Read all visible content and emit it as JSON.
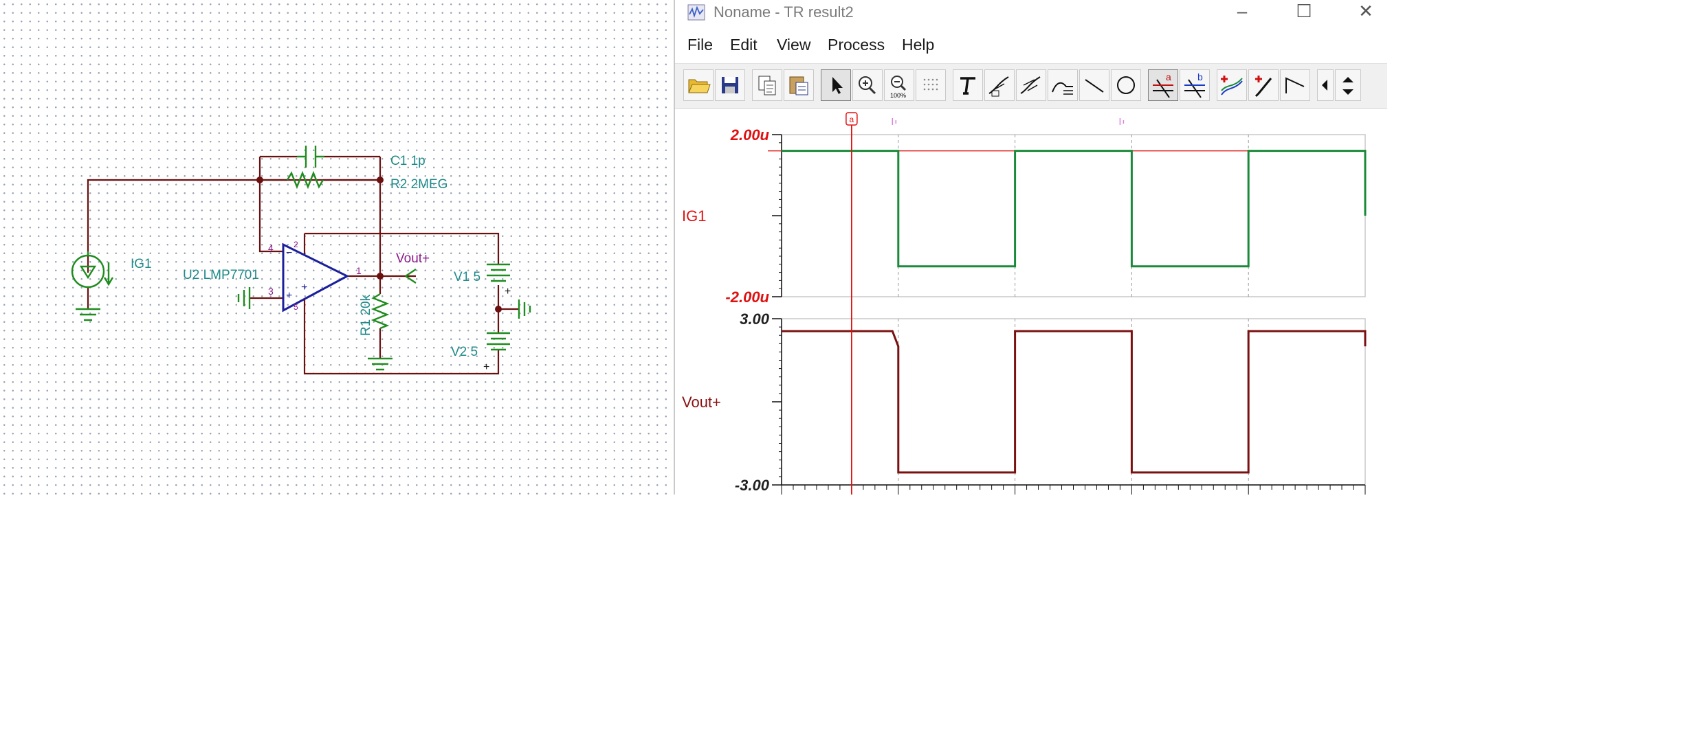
{
  "window": {
    "title": "Noname - TR result2",
    "buttons": {
      "minimize": "–",
      "maximize": "☐",
      "close": "✕"
    }
  },
  "menu": [
    "File",
    "Edit",
    "View",
    "Process",
    "Help"
  ],
  "toolbar": {
    "icons": [
      "open-folder-icon",
      "save-icon",
      "copy-icon",
      "paste-icon",
      "pointer-icon",
      "zoom-in-icon",
      "zoom-100-icon",
      "grid-icon",
      "text-icon",
      "curve-label-icon",
      "curve-label-2-icon",
      "curve-label-3-icon",
      "line-icon",
      "circle-icon",
      "cursor-a-icon",
      "cursor-b-icon",
      "add-curve-icon",
      "probe-icon",
      "slope-icon",
      "scroll-left-icon",
      "scroll-updown-icon"
    ],
    "cursor_a_label": "a",
    "cursor_b_label": "b",
    "zoom_100_label": "100%"
  },
  "schematic": {
    "components": {
      "c1": "C1 1p",
      "r2": "R2 2MEG",
      "ig1": "IG1",
      "u2": "U2 LMP7701",
      "vout": "Vout+",
      "v1": "V1 5",
      "r1": "R1 20k",
      "v2": "V2 5"
    },
    "pins": {
      "p4": "4",
      "p2": "2",
      "p3": "3",
      "p1": "1",
      "p5": "5",
      "minus": "−",
      "plus": "+"
    },
    "colors": {
      "wire": "#6b0f0f",
      "component": "#1e8c1e",
      "opamp": "#1b1f9c",
      "label": "#1f8a8a",
      "net": "#8b1a8b"
    }
  },
  "chart_data": {
    "type": "line",
    "x_unit": "normalized time (ticks not labeled)",
    "cursor_label": "a",
    "panels": [
      {
        "name": "IG1",
        "ytick_top": "2.00u",
        "ytick_bottom": "-2.00u",
        "ylim": [
          -2.0,
          2.0
        ],
        "yunit": "u",
        "color": "#1a8a3a",
        "series": [
          {
            "name": "IG1",
            "color": "#1a8a3a",
            "x": [
              0,
              0.2,
              0.2,
              0.4,
              0.4,
              0.6,
              0.6,
              0.8,
              0.8,
              1.0,
              1.0
            ],
            "y": [
              1.6,
              1.6,
              -1.25,
              -1.25,
              1.6,
              1.6,
              -1.25,
              -1.25,
              1.6,
              1.6,
              0.0
            ]
          }
        ],
        "reference_line": {
          "y": 1.6,
          "color": "#e02020"
        }
      },
      {
        "name": "Vout+",
        "ytick_top": "3.00",
        "ytick_bottom": "-3.00",
        "ylim": [
          -3.0,
          3.0
        ],
        "color": "#7a1010",
        "series": [
          {
            "name": "Vout+",
            "color": "#7a1010",
            "x": [
              0,
              0.19,
              0.2,
              0.2,
              0.4,
              0.4,
              0.6,
              0.6,
              0.8,
              0.8,
              1.0,
              1.0
            ],
            "y": [
              2.55,
              2.55,
              2.0,
              -2.55,
              -2.55,
              2.55,
              2.55,
              -2.55,
              -2.55,
              2.55,
              2.55,
              2.0
            ]
          }
        ]
      }
    ],
    "x_grid": [
      0.2,
      0.4,
      0.6,
      0.8
    ],
    "cursor_x": 0.12,
    "markers_x": [
      0.19,
      0.58
    ]
  }
}
